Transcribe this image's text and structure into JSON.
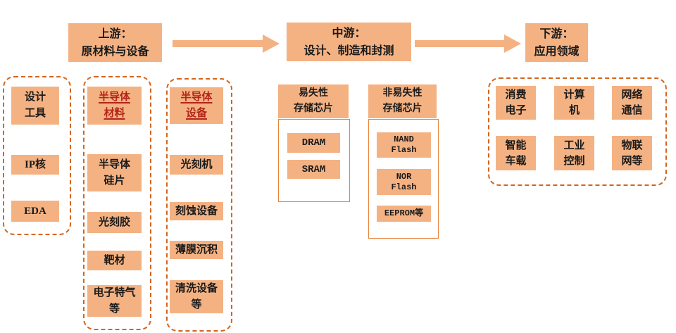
{
  "palette": {
    "box_fill": "#F4B283",
    "arrow": "#F4B283",
    "dashed_border": "#D4651D",
    "panel_border": "#E8833C",
    "red_text": "#B2251A",
    "text": "#1A1A1A"
  },
  "stages": [
    {
      "label": "上游：\n原材料与设备"
    },
    {
      "label": "中游：\n设计、制造和封测"
    },
    {
      "label": "下游：\n应用领域"
    }
  ],
  "upstream": {
    "col1": {
      "items": [
        "设计\n工具",
        "IP核",
        "EDA"
      ]
    },
    "col2": {
      "title": "半导体\n材料",
      "items": [
        "半导体\n硅片",
        "光刻胶",
        "靶材",
        "电子特气\n等"
      ]
    },
    "col3": {
      "title": "半导体\n设备",
      "items": [
        "光刻机",
        "刻蚀设备",
        "薄膜沉积",
        "清洗设备\n等"
      ]
    }
  },
  "midstream": {
    "volatile": {
      "header": "易失性\n存储芯片",
      "items": [
        "DRAM",
        "SRAM"
      ]
    },
    "nonvolatile": {
      "header": "非易失性\n存储芯片",
      "items": [
        "NAND\nFlash",
        "NOR\nFlash",
        "EEPROM等"
      ]
    }
  },
  "downstream": {
    "items": [
      "消费\n电子",
      "计算\n机",
      "网络\n通信",
      "智能\n车载",
      "工业\n控制",
      "物联\n网等"
    ]
  }
}
